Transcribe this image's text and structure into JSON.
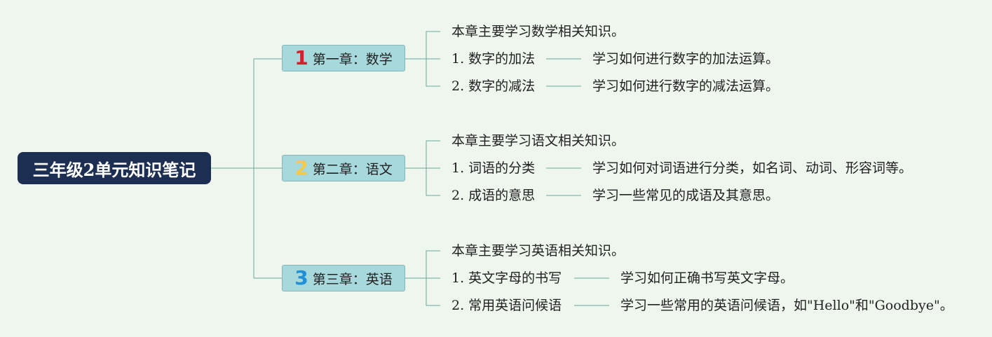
{
  "root": {
    "title": "三年级2单元知识笔记"
  },
  "chapters": [
    {
      "number": "1",
      "number_color": "#d0212c",
      "title": "第一章：数学",
      "intro": "本章主要学习数学相关知识。",
      "topics": [
        {
          "label": "1. 数字的加法",
          "detail": "学习如何进行数字的加法运算。"
        },
        {
          "label": "2. 数字的减法",
          "detail": "学习如何进行数字的减法运算。"
        }
      ]
    },
    {
      "number": "2",
      "number_color": "#f3c94b",
      "title": "第二章：语文",
      "intro": "本章主要学习语文相关知识。",
      "topics": [
        {
          "label": "1. 词语的分类",
          "detail": "学习如何对词语进行分类，如名词、动词、形容词等。"
        },
        {
          "label": "2. 成语的意思",
          "detail": "学习一些常见的成语及其意思。"
        }
      ]
    },
    {
      "number": "3",
      "number_color": "#1f8fd6",
      "title": "第三章：英语",
      "intro": "本章主要学习英语相关知识。",
      "topics": [
        {
          "label": "1. 英文字母的书写",
          "detail": "学习如何正确书写英文字母。"
        },
        {
          "label": "2. 常用英语问候语",
          "detail": "学习一些常用的英语问候语，如\"Hello\"和\"Goodbye\"。"
        }
      ]
    }
  ]
}
